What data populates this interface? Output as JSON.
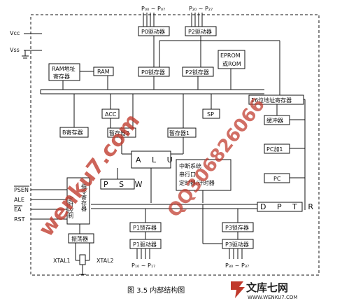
{
  "pins": {
    "vcc": "Vcc",
    "vss": "Vss",
    "p0_bus": "P₀₀ ~ P₀₇",
    "p2_bus": "P₂₀ ~ P₂₇",
    "p1_bus": "P₁₀ ~ P₁₇",
    "p3_bus": "P₃₀ ~ P₃₇",
    "psen": "PSEN",
    "ale": "ALE",
    "ea": "EA",
    "rst": "RST",
    "xtal1": "XTAL1",
    "xtal2": "XTAL2"
  },
  "blocks": {
    "p0_driver": "P0驱动器",
    "p2_driver": "P2驱动器",
    "p0_latch": "P0锁存器",
    "p2_latch": "P2锁存器",
    "eprom_1": "EPROM",
    "eprom_2": "或ROM",
    "ram_addr_1": "RAM地址",
    "ram_addr_2": "寄存器",
    "ram": "RAM",
    "addr_reg": "16位地址寄存器",
    "acc": "ACC",
    "sp": "SP",
    "b_reg": "B寄存器",
    "temp2": "暂存器2",
    "temp1": "暂存器1",
    "buffer": "缓冲器",
    "pc_inc": "PC加1",
    "pc": "PC",
    "alu": "A L U",
    "psw": "P S W",
    "intr_1": "中断系统",
    "intr_2": "串行口",
    "intr_3": "定时器/计时器",
    "ctrl_1": "定时控制",
    "ctrl_2": "指令寄存器",
    "dptr": "D P T R",
    "osc": "振荡器",
    "p1_latch": "P1锁存器",
    "p1_driver": "P1驱动器",
    "p3_latch": "P3锁存器",
    "p3_driver": "P3驱动器"
  },
  "caption": "图 3.5    内部结构图",
  "watermark": {
    "left": "wenku7.com",
    "right": "QQ306826066",
    "logo_text": "文库七网",
    "logo_url": "WWW.WENKU7.COM"
  }
}
